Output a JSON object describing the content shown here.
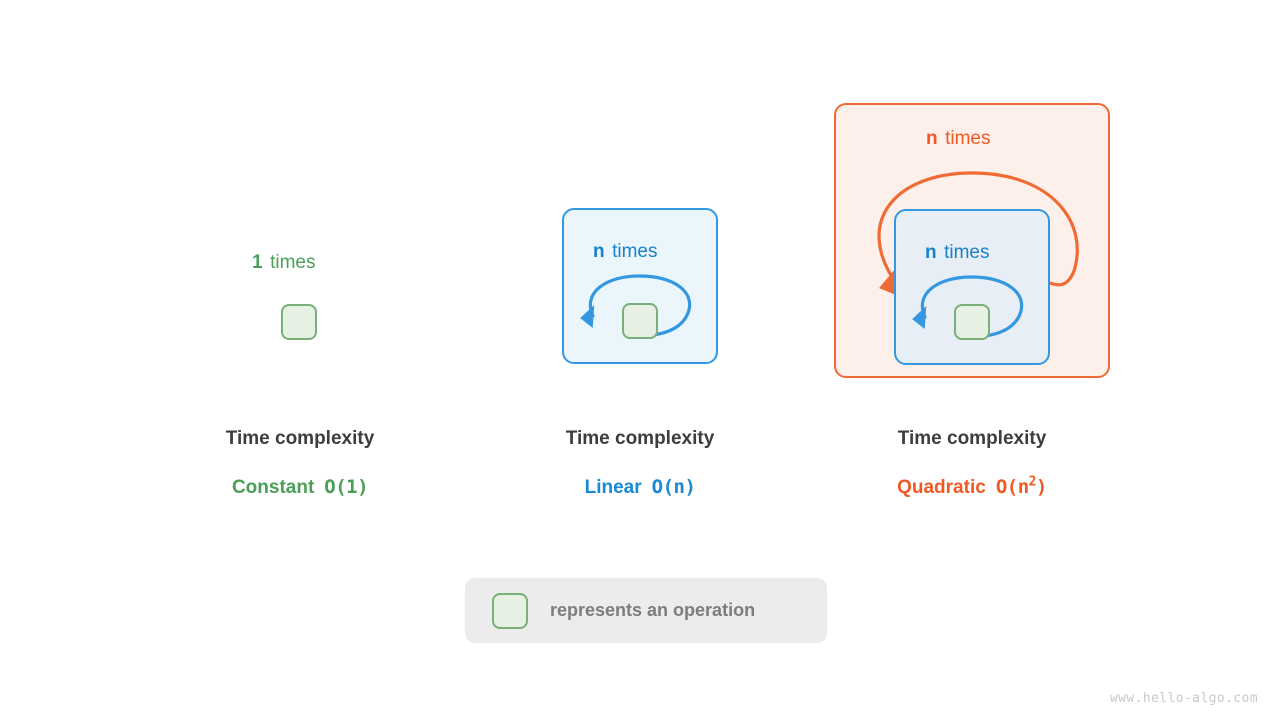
{
  "figure": {
    "watermark": "www.hello-algo.com",
    "background": "#ffffff"
  },
  "colors": {
    "green": "#4a9e58",
    "blue": "#1a8ad4",
    "orange": "#ef5a22",
    "op_box_fill": "#e6f0e3",
    "op_box_border": "#7aaf79",
    "blue_box_fill": "#eaf5fc",
    "blue_box_border": "#3498e0",
    "orange_box_fill": "#fdf0ea",
    "orange_box_border": "#ef6b35",
    "label_gray": "#3d3d3d",
    "legend_bg": "#ececec",
    "legend_text": "#7d7d7d"
  },
  "columns": [
    {
      "id": "constant",
      "caption": {
        "count": "1",
        "word": "times"
      },
      "title": "Time complexity",
      "complexity_name": "Constant",
      "complexity_bigo": "O(1)",
      "color": "#4a9e58",
      "loops": 0
    },
    {
      "id": "linear",
      "caption": {
        "count": "n",
        "word": "times"
      },
      "title": "Time complexity",
      "complexity_name": "Linear",
      "complexity_bigo": "O(n)",
      "color": "#1a8ad4",
      "loops": 1
    },
    {
      "id": "quadratic",
      "outer_caption": {
        "count": "n",
        "word": "times"
      },
      "caption": {
        "count": "n",
        "word": "times"
      },
      "title": "Time complexity",
      "complexity_name": "Quadratic",
      "complexity_bigo_base": "O(n",
      "complexity_bigo_exp": "2",
      "complexity_bigo_close": ")",
      "color": "#ef5a22",
      "loops": 2
    }
  ],
  "legend": {
    "swatch": "operation-box",
    "text": "represents an operation"
  }
}
